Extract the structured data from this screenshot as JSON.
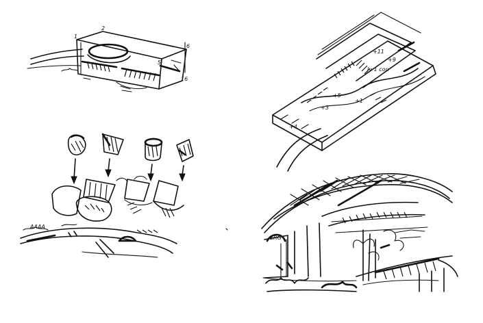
{
  "sheet": {
    "background": "#ffffff",
    "ink_color": "#111111"
  },
  "sketches": [
    {
      "id": "site-massing",
      "subject": "building mass on curved road"
    },
    {
      "id": "stepped-terraces",
      "subject": "stepped terraced building with ramp"
    },
    {
      "id": "roof-module-assembly",
      "subject": "roof modules dropping onto pavilions"
    },
    {
      "id": "canopy-interior",
      "subject": "lattice canopy perspective with trees"
    }
  ]
}
